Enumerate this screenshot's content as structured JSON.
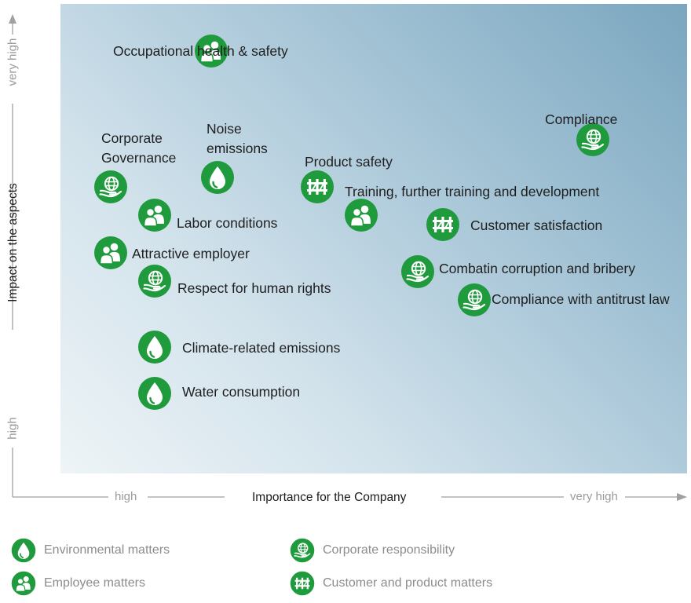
{
  "chart_data": {
    "type": "scatter",
    "xlabel": "Importance for the Company",
    "ylabel": "Impact on the aspects",
    "x_ticks": [
      "high",
      "very high"
    ],
    "y_ticks": [
      "high",
      "very high"
    ],
    "points": [
      {
        "label": "Occupational health & safety",
        "category": "employee",
        "x": 2.4,
        "y": 9.0
      },
      {
        "label": "Corporate Governance",
        "category": "corporate",
        "x": 0.8,
        "y": 6.1
      },
      {
        "label": "Noise emissions",
        "category": "environmental",
        "x": 2.5,
        "y": 6.3
      },
      {
        "label": "Product safety",
        "category": "customer",
        "x": 4.1,
        "y": 6.1
      },
      {
        "label": "Training, further training and development",
        "category": "employee",
        "x": 4.8,
        "y": 5.5
      },
      {
        "label": "Compliance",
        "category": "corporate",
        "x": 8.5,
        "y": 7.1
      },
      {
        "label": "Labor conditions",
        "category": "employee",
        "x": 1.5,
        "y": 5.5
      },
      {
        "label": "Attractive employer",
        "category": "employee",
        "x": 0.8,
        "y": 4.7
      },
      {
        "label": "Respect for human rights",
        "category": "corporate",
        "x": 1.5,
        "y": 4.1
      },
      {
        "label": "Customer satisfaction",
        "category": "customer",
        "x": 6.1,
        "y": 5.3
      },
      {
        "label": "Combatin corruption and bribery",
        "category": "corporate",
        "x": 5.7,
        "y": 4.3
      },
      {
        "label": "Compliance with antitrust law",
        "category": "corporate",
        "x": 6.6,
        "y": 3.7
      },
      {
        "label": "Climate-related emissions",
        "category": "environmental",
        "x": 1.5,
        "y": 2.7
      },
      {
        "label": "Water consumption",
        "category": "environmental",
        "x": 1.5,
        "y": 1.7
      }
    ],
    "legend": [
      {
        "key": "environmental",
        "label": "Environmental matters"
      },
      {
        "key": "corporate",
        "label": "Corporate responsibility"
      },
      {
        "key": "employee",
        "label": "Employee matters"
      },
      {
        "key": "customer",
        "label": "Customer and product matters"
      }
    ],
    "legend_position": "bottom",
    "grid": false
  },
  "colors": {
    "icon_green": "#1f9a3c",
    "axis_gray": "#9a9a9a"
  },
  "icons": {
    "environmental": "drop-icon",
    "corporate": "globe-hand-icon",
    "employee": "people-icon",
    "customer": "fence-icon"
  }
}
